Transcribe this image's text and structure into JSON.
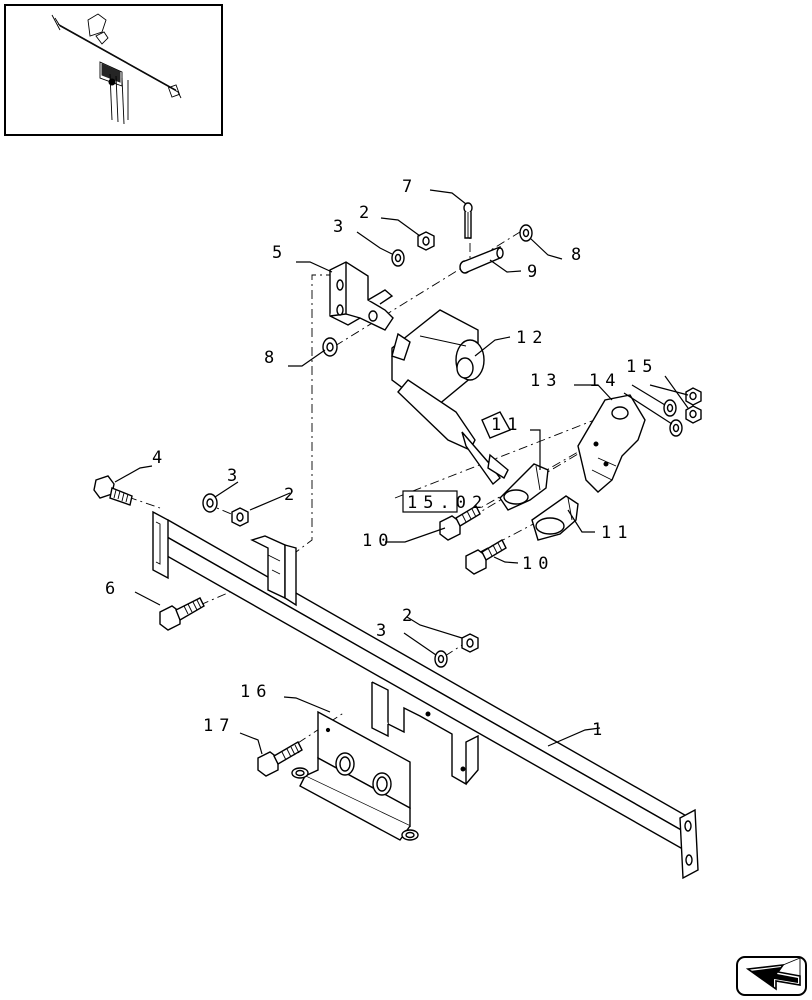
{
  "labels": {
    "l1": "1",
    "l2a": "2",
    "l2b": "2",
    "l2c": "2",
    "l3a": "3",
    "l3b": "3",
    "l3c": "3",
    "l4": "4",
    "l5": "5",
    "l6": "6",
    "l7": "7",
    "l8a": "8",
    "l8b": "8",
    "l9": "9",
    "l10a": "10",
    "l10b": "10",
    "l11a": "11",
    "l11b": "11",
    "l12": "12",
    "l13": "13",
    "l14": "14",
    "l15": "15",
    "l16": "16",
    "l17": "17"
  },
  "reference": "15.02",
  "icons": {
    "thumbnail": "assembly-overview-thumbnail",
    "next": "next-page-arrow-icon"
  }
}
